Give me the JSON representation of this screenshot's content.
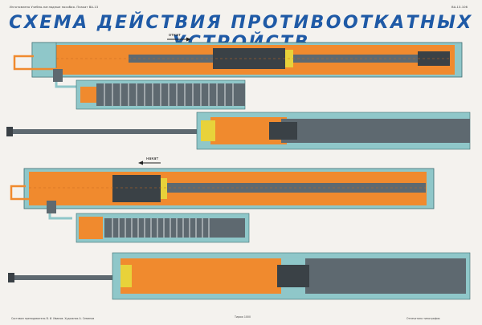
{
  "header": {
    "left_note": "Изготовлено Учебно-наглядные пособия. Плакат ВА-13",
    "right_note": "ВА-13-106"
  },
  "title": "СХЕМА ДЕЙСТВИЯ ПРОТИВООТКАТНЫХ УСТРОЙСТВ",
  "arrows": {
    "recoil_label": "откат",
    "return_label": "накат"
  },
  "colors": {
    "title": "#1f5aa6",
    "oil": "#f08a2e",
    "cylinder": "#8fc7c9",
    "rod": "#5e6970",
    "dark": "#3a4146",
    "yellow": "#e8d23a"
  },
  "footer": {
    "left": "Составил преподаватель В. И. Иванов. Художник А. Семенов",
    "center": "Тираж 1000",
    "right": "Отпечатано типография"
  }
}
